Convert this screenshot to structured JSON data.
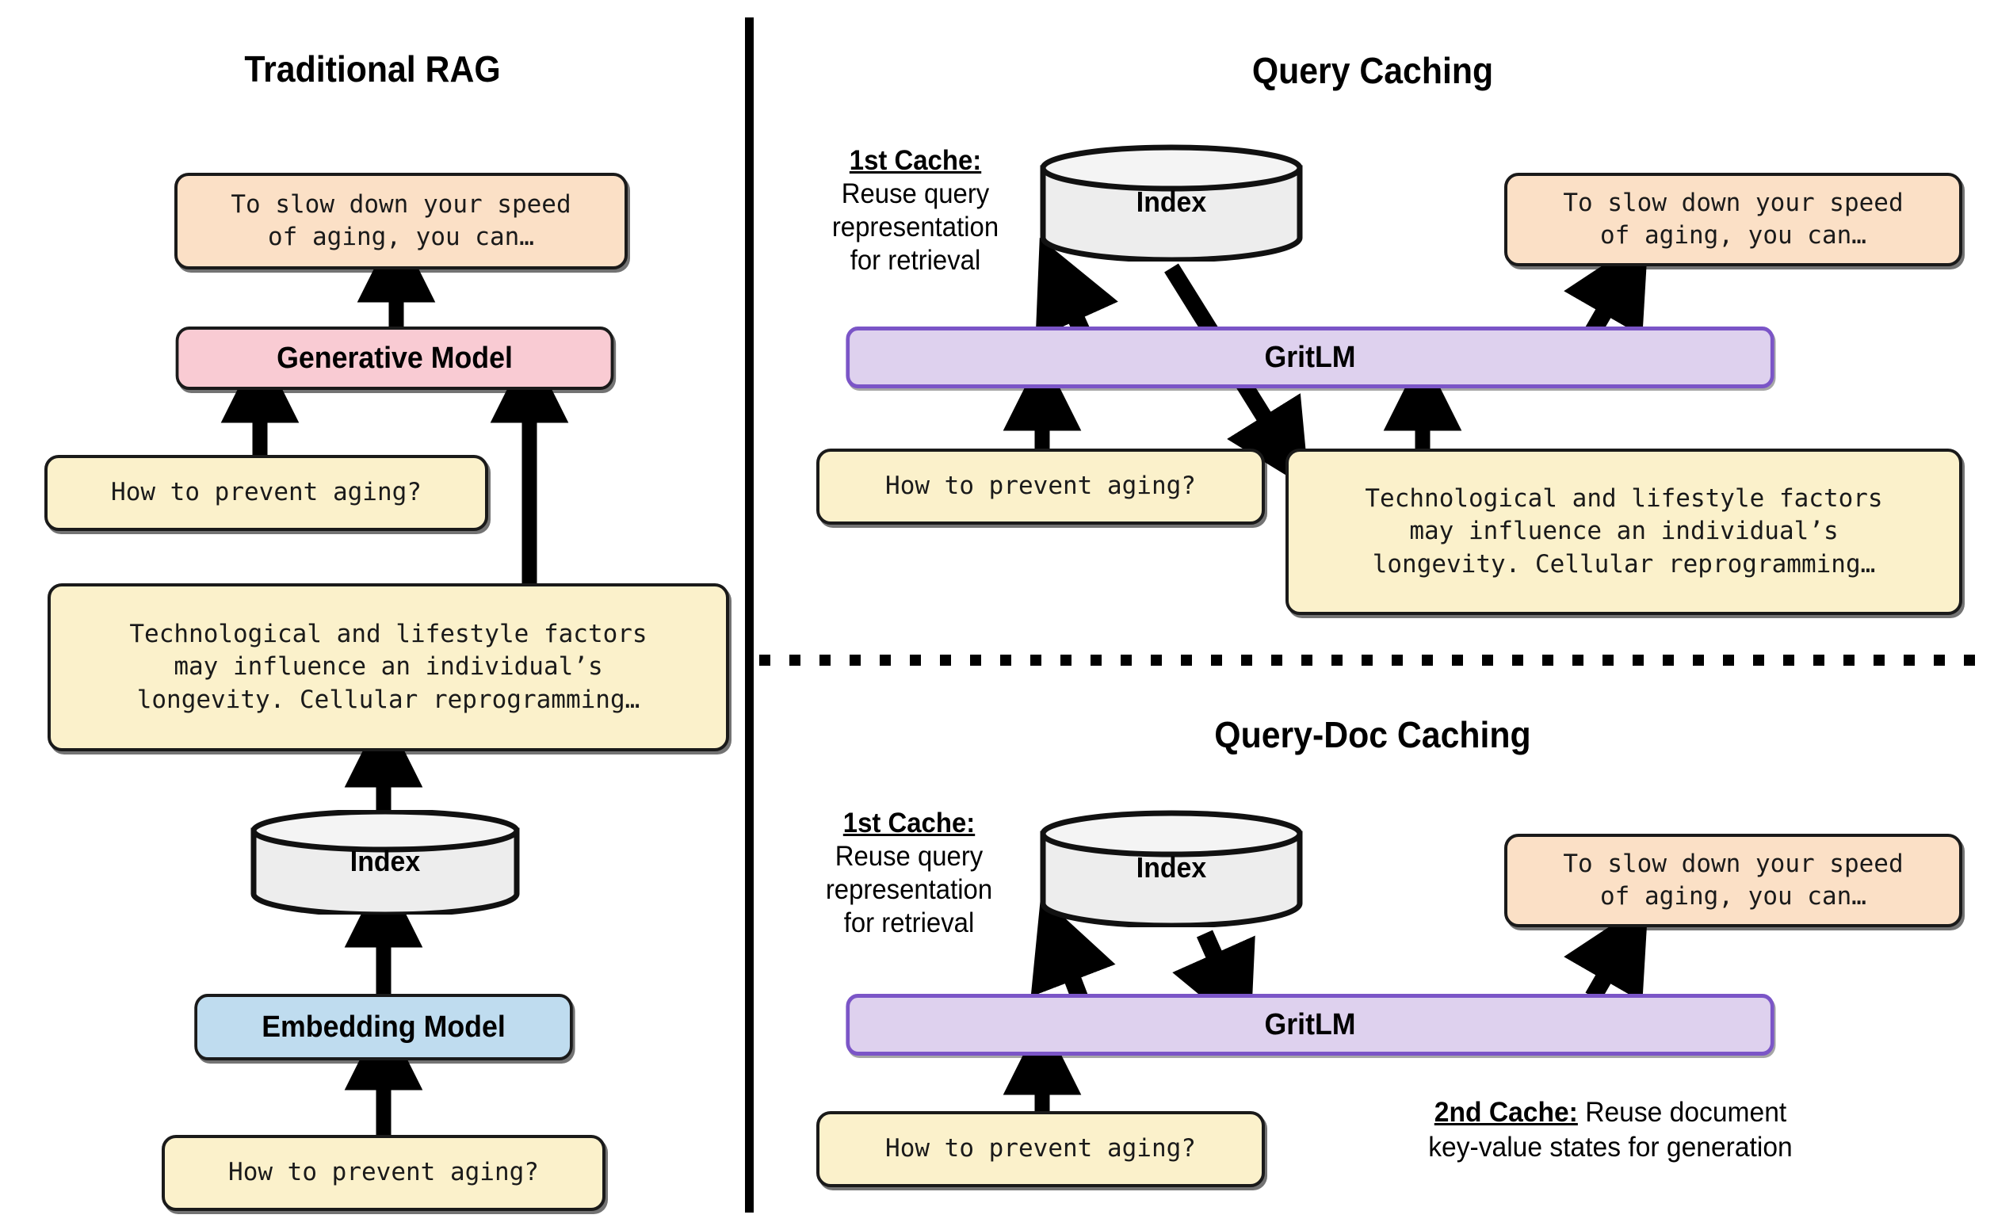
{
  "panels": {
    "left": {
      "title": "Traditional RAG"
    },
    "right_top": {
      "title": "Query Caching"
    },
    "right_bottom": {
      "title": "Query-Doc Caching"
    }
  },
  "text": {
    "answer": "To slow down your speed\nof aging, you can…",
    "query": "How to prevent aging?",
    "document": "Technological and lifestyle factors\nmay influence an individual’s\nlongevity. Cellular reprogramming…",
    "generative_model": "Generative Model",
    "embedding_model": "Embedding Model",
    "index": "Index",
    "gritlm": "GritLM"
  },
  "notes": {
    "first_cache_header": "1st Cache:",
    "first_cache_body": "Reuse query\nrepresentation\nfor retrieval",
    "second_cache_header": "2nd Cache:",
    "second_cache_body": " Reuse document\nkey-value states for generation"
  },
  "colors": {
    "answer_box": "#FBE0C6",
    "query_box": "#FBF1CB",
    "document_box": "#FBF1CB",
    "generative_model_box": "#F9CBD3",
    "embedding_model_box": "#BFDCEF",
    "gritlm_box": "#DED1EE",
    "gritlm_border": "#7B55C7",
    "index_cylinder": "#EDEDED",
    "stroke": "#1A1A1A",
    "background": "#FFFFFF"
  }
}
